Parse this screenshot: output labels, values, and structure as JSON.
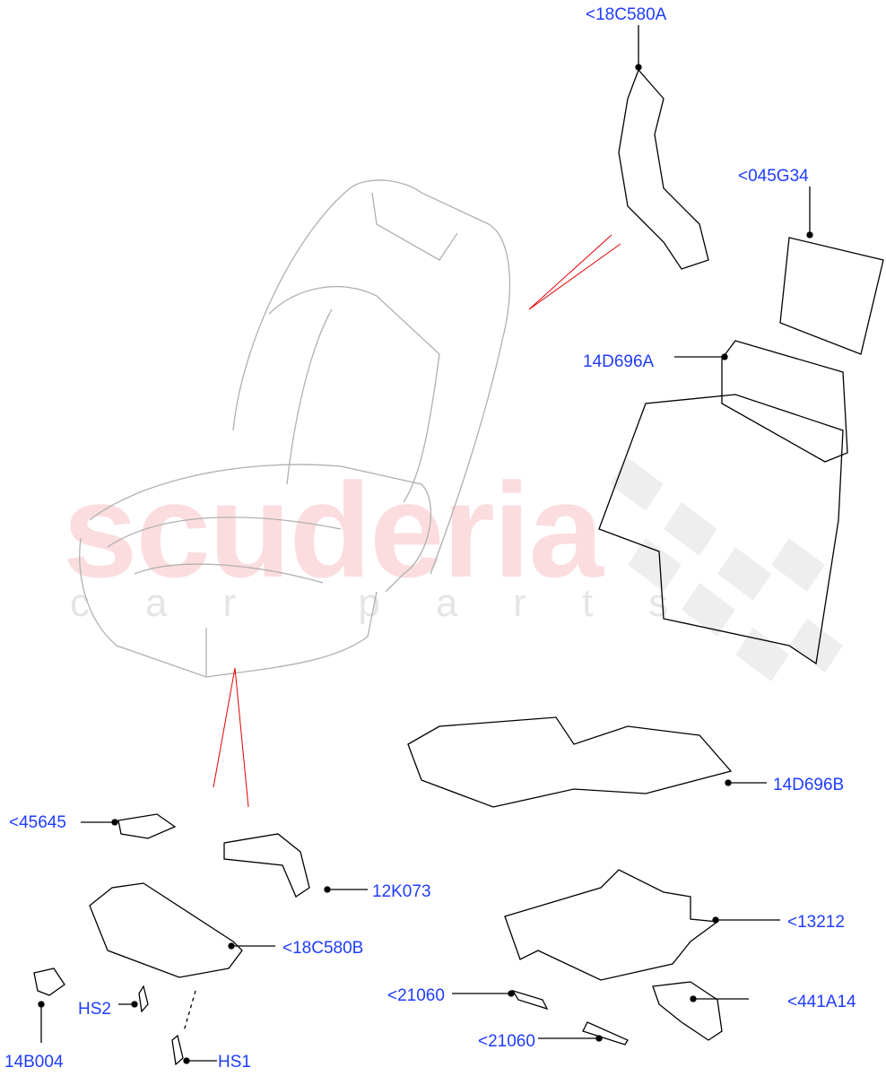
{
  "watermark": {
    "line1": "scuderia",
    "line2": "car parts"
  },
  "colors": {
    "label": "#1f3cff",
    "leader": "#000000",
    "seat_outline": "#b0b0b0",
    "explode_line": "#e00000"
  },
  "callouts": [
    {
      "id": "18C580A",
      "text": "<18C580A"
    },
    {
      "id": "045G34",
      "text": "<045G34"
    },
    {
      "id": "14D696A",
      "text": "14D696A"
    },
    {
      "id": "14D696B",
      "text": "14D696B"
    },
    {
      "id": "45645",
      "text": "<45645"
    },
    {
      "id": "12K073",
      "text": "12K073"
    },
    {
      "id": "18C580B",
      "text": "<18C580B"
    },
    {
      "id": "13212",
      "text": "<13212"
    },
    {
      "id": "21060a",
      "text": "<21060"
    },
    {
      "id": "21060b",
      "text": "<21060"
    },
    {
      "id": "441A14",
      "text": "<441A14"
    },
    {
      "id": "HS2",
      "text": "HS2"
    },
    {
      "id": "HS1",
      "text": "HS1"
    },
    {
      "id": "14B004",
      "text": "14B004"
    }
  ]
}
